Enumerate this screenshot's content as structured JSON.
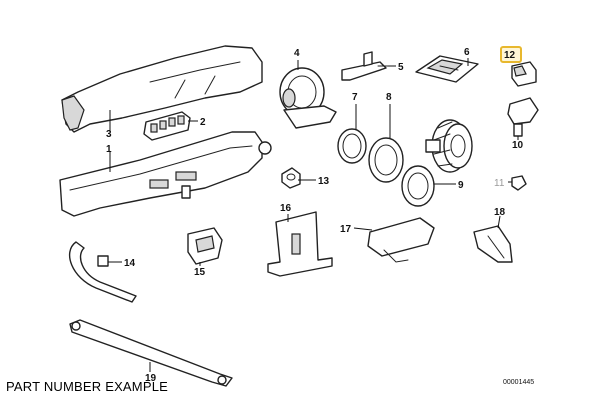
{
  "diagram": {
    "callouts": [
      {
        "id": "1",
        "label": "1"
      },
      {
        "id": "2",
        "label": "2"
      },
      {
        "id": "3",
        "label": "3"
      },
      {
        "id": "4",
        "label": "4"
      },
      {
        "id": "5",
        "label": "5"
      },
      {
        "id": "6",
        "label": "6"
      },
      {
        "id": "7",
        "label": "7"
      },
      {
        "id": "8",
        "label": "8"
      },
      {
        "id": "9",
        "label": "9"
      },
      {
        "id": "10",
        "label": "10"
      },
      {
        "id": "11",
        "label": "11"
      },
      {
        "id": "12",
        "label": "12",
        "highlighted": true
      },
      {
        "id": "13",
        "label": "13"
      },
      {
        "id": "14",
        "label": "14"
      },
      {
        "id": "15",
        "label": "15"
      },
      {
        "id": "16",
        "label": "16"
      },
      {
        "id": "17",
        "label": "17"
      },
      {
        "id": "18",
        "label": "18"
      },
      {
        "id": "19",
        "label": "19"
      }
    ],
    "highlight_color": "#e8b82e"
  },
  "caption": "PART NUMBER EXAMPLE",
  "reference_code": "00001445"
}
